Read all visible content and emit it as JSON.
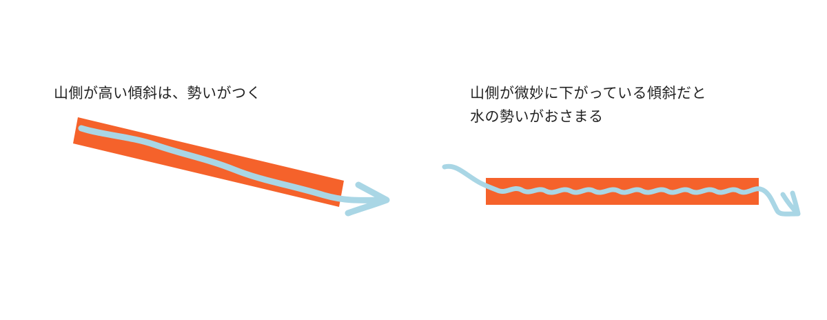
{
  "left_panel": {
    "caption": "山側が高い傾斜は、勢いがつく",
    "slope_color": "#F5622B",
    "flow_color": "#A9D6E5"
  },
  "right_panel": {
    "caption_lines": [
      "山側が微妙に下がっている傾斜だと",
      "水の勢いがおさまる"
    ],
    "slope_color": "#F5622B",
    "flow_color": "#A9D6E5"
  }
}
